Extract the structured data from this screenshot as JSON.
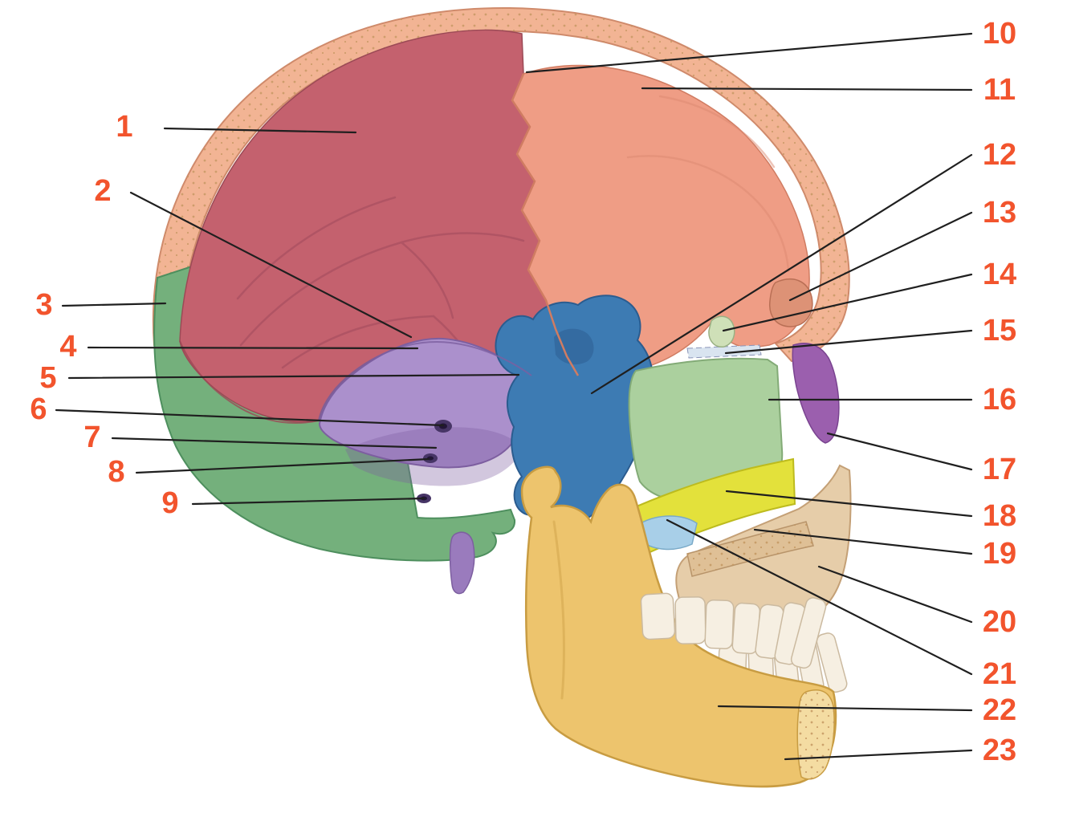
{
  "diagram": {
    "label_color": "#f2542d",
    "leader_line_color": "#1f1f1f",
    "background": "#ffffff"
  },
  "labels": [
    {
      "text": "1"
    },
    {
      "text": "2"
    },
    {
      "text": "3"
    },
    {
      "text": "4"
    },
    {
      "text": "5"
    },
    {
      "text": "6"
    },
    {
      "text": "7"
    },
    {
      "text": "8"
    },
    {
      "text": "9"
    },
    {
      "text": "10"
    },
    {
      "text": "11"
    },
    {
      "text": "12"
    },
    {
      "text": "13"
    },
    {
      "text": "14"
    },
    {
      "text": "15"
    },
    {
      "text": "16"
    },
    {
      "text": "17"
    },
    {
      "text": "18"
    },
    {
      "text": "19"
    },
    {
      "text": "20"
    },
    {
      "text": "21"
    },
    {
      "text": "22"
    },
    {
      "text": "23"
    }
  ],
  "colors": {
    "cranial_rim": "#f2b494",
    "rim_edge": "#cf8a6b",
    "parietal": "#c4616e",
    "parietal_edge": "#9c4a56",
    "parietal_veins": "#a14a5c",
    "frontal": "#ef9d85",
    "frontal_edge": "#d07c62",
    "frontal_veins": "#dd8a72",
    "occipital": "#74b07c",
    "occipital_edge": "#4e8f5e",
    "temporal": "#ab90cc",
    "temporal_edge": "#7d5fa0",
    "sphenoid": "#3d7bb3",
    "sphenoid_edge": "#2b5c8f",
    "ethmoid": "#abd09e",
    "ethmoid_edge": "#83ab77",
    "vomer": "#e3e13b",
    "vomer_edge": "#bdbb1e",
    "palatine": "#a8cfe8",
    "palatine_edge": "#7aaac8",
    "nasal": "#9b5fae",
    "nasal_edge": "#7a4490",
    "maxilla": "#e6cda9",
    "maxilla_edge": "#c4a076",
    "bone_texture": "#c2955f",
    "palate": "#dfc096",
    "palate_edge": "#b8946a",
    "mandible": "#edc46d",
    "mandible_edge": "#c89c42",
    "chin_cut": "#f4dca2",
    "teeth": "#f6efe2",
    "teeth_edge": "#cbbaa0",
    "styloid": "#9a7bbd",
    "foramen": "#473566",
    "foramen_dark": "#221636",
    "crista": "#cfe0b8",
    "crista_edge": "#9ab184",
    "cribriform": "#d9e4f0",
    "cribriform_edge": "#8a94b8",
    "sinus": "#dd9276",
    "sinus_edge": "#b96f55"
  }
}
